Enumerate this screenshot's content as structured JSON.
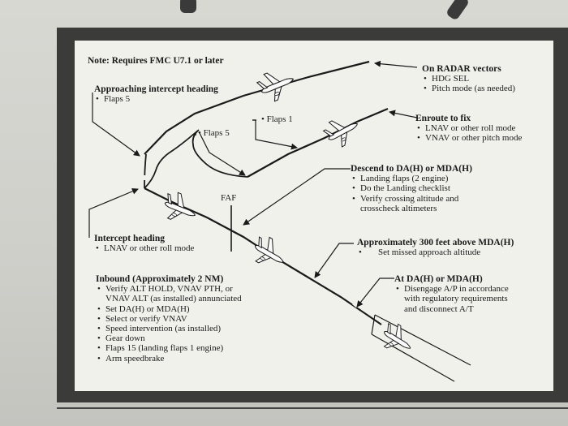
{
  "note": "Note: Requires FMC U7.1 or later",
  "approaching": {
    "title": "Approaching intercept heading",
    "items": [
      "Flaps 5"
    ]
  },
  "flaps1": "Flaps 1",
  "flaps5": "Flaps 5",
  "faf": "FAF",
  "radar": {
    "title": "On RADAR vectors",
    "items": [
      "HDG SEL",
      "Pitch mode (as needed)"
    ]
  },
  "enroute": {
    "title": "Enroute to fix",
    "items": [
      "LNAV or other roll mode",
      "VNAV or other pitch mode"
    ]
  },
  "descend": {
    "title": "Descend to DA(H) or MDA(H)",
    "items": [
      "Landing flaps (2 engine)",
      "Do the Landing checklist",
      "Verify crossing altitude and"
    ],
    "cont": "crosscheck altimeters"
  },
  "intercept": {
    "title": "Intercept heading",
    "items": [
      "LNAV or other roll mode"
    ]
  },
  "approx300": {
    "title": "Approximately 300 feet above MDA(H)",
    "items": [
      "Set missed approach altitude"
    ]
  },
  "inbound": {
    "title": "Inbound (Approximately 2 NM)",
    "items": [
      "Verify ALT HOLD, VNAV PTH, or",
      "VNAV ALT (as installed) annunciated",
      "Set DA(H) or MDA(H)",
      "Select or verify VNAV",
      "Speed intervention (as installed)",
      "Gear down",
      "Flaps 15 (landing flaps 1 engine)",
      "Arm speedbrake"
    ],
    "cont_index": 1
  },
  "atda": {
    "title": "At DA(H) or MDA(H)",
    "items": [
      "Disengage A/P in accordance"
    ],
    "cont": [
      "with regulatory requirements",
      "and disconnect A/T"
    ]
  }
}
